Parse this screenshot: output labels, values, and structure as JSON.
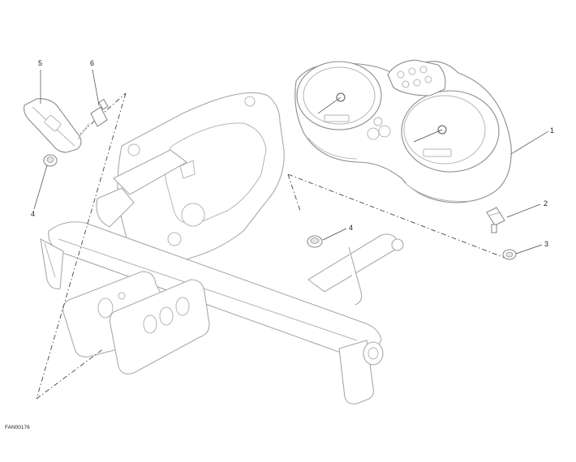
{
  "diagram": {
    "reference_code": "FAN00176",
    "callouts": [
      {
        "id": "callout-1",
        "label": "1"
      },
      {
        "id": "callout-2",
        "label": "2"
      },
      {
        "id": "callout-3",
        "label": "3"
      },
      {
        "id": "callout-4-right",
        "label": "4"
      },
      {
        "id": "callout-4-left",
        "label": "4"
      },
      {
        "id": "callout-5",
        "label": "5"
      },
      {
        "id": "callout-6",
        "label": "6"
      }
    ],
    "colors": {
      "line": "#8c8c8c",
      "text": "#222222",
      "background": "#ffffff"
    }
  }
}
